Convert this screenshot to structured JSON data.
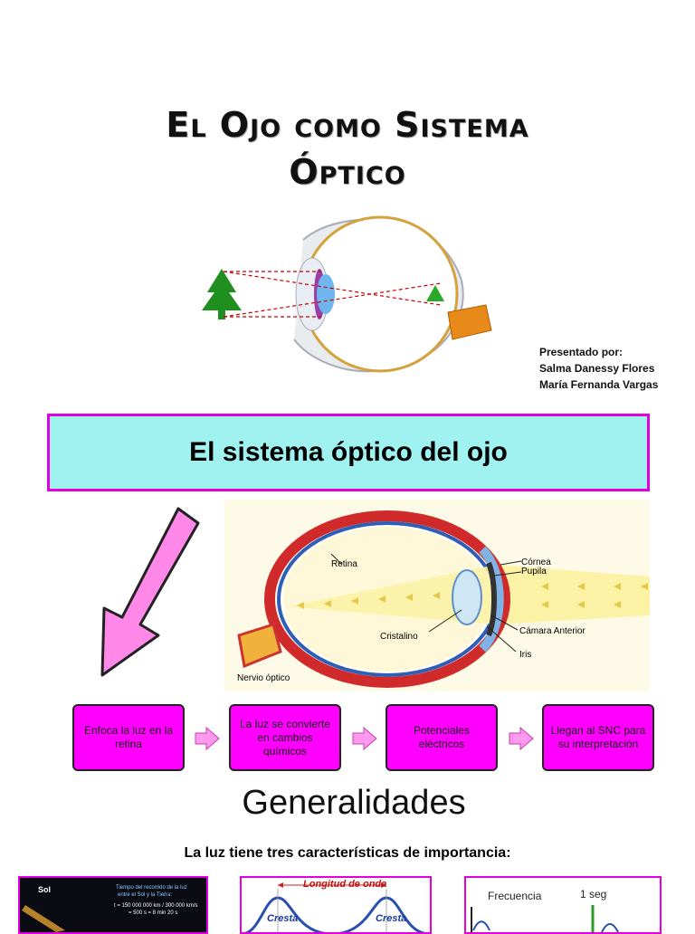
{
  "title": {
    "line1": "El Ojo como Sistema",
    "line2": "Óptico"
  },
  "presenter": {
    "label": "Presentado por:",
    "names": [
      "Salma Danessy Flores",
      "María Fernanda Vargas"
    ]
  },
  "banner": {
    "text": "El sistema óptico del ojo"
  },
  "eye_diagram": {
    "labels": {
      "retina": "Retina",
      "cornea": "Córnea",
      "pupila": "Pupila",
      "cristalino": "Cristalino",
      "camara": "Cámara Anterior",
      "iris": "Iris",
      "nervio": "Nervio óptico"
    }
  },
  "process": {
    "steps": [
      "Enfoca la luz en la retina",
      "La luz se convierte en cambios químicos",
      "Potenciales eléctricos",
      "Llegan al SNC para su interpretación"
    ]
  },
  "generalidades": {
    "title": "Generalidades",
    "subtitle": "La luz tiene tres características de importancia:"
  },
  "panels": {
    "sun": {
      "label": "Sol",
      "caption_1": "Tiempo del recorrido de la luz",
      "caption_2": "entre el Sol y la Tierra:",
      "calc_1": "t = 150 000 000 km / 300 000 km/s",
      "calc_2": "= 500 s = 8 min 20 s"
    },
    "wave": {
      "length_label": "Longitud de onda",
      "crest": "Cresta"
    },
    "freq": {
      "label": "Frecuencia",
      "time": "1 seg"
    }
  },
  "colors": {
    "accent_magenta": "#ff00ff",
    "banner_cyan": "#9ff2f0",
    "arrow_pink": "#ff88e8"
  }
}
